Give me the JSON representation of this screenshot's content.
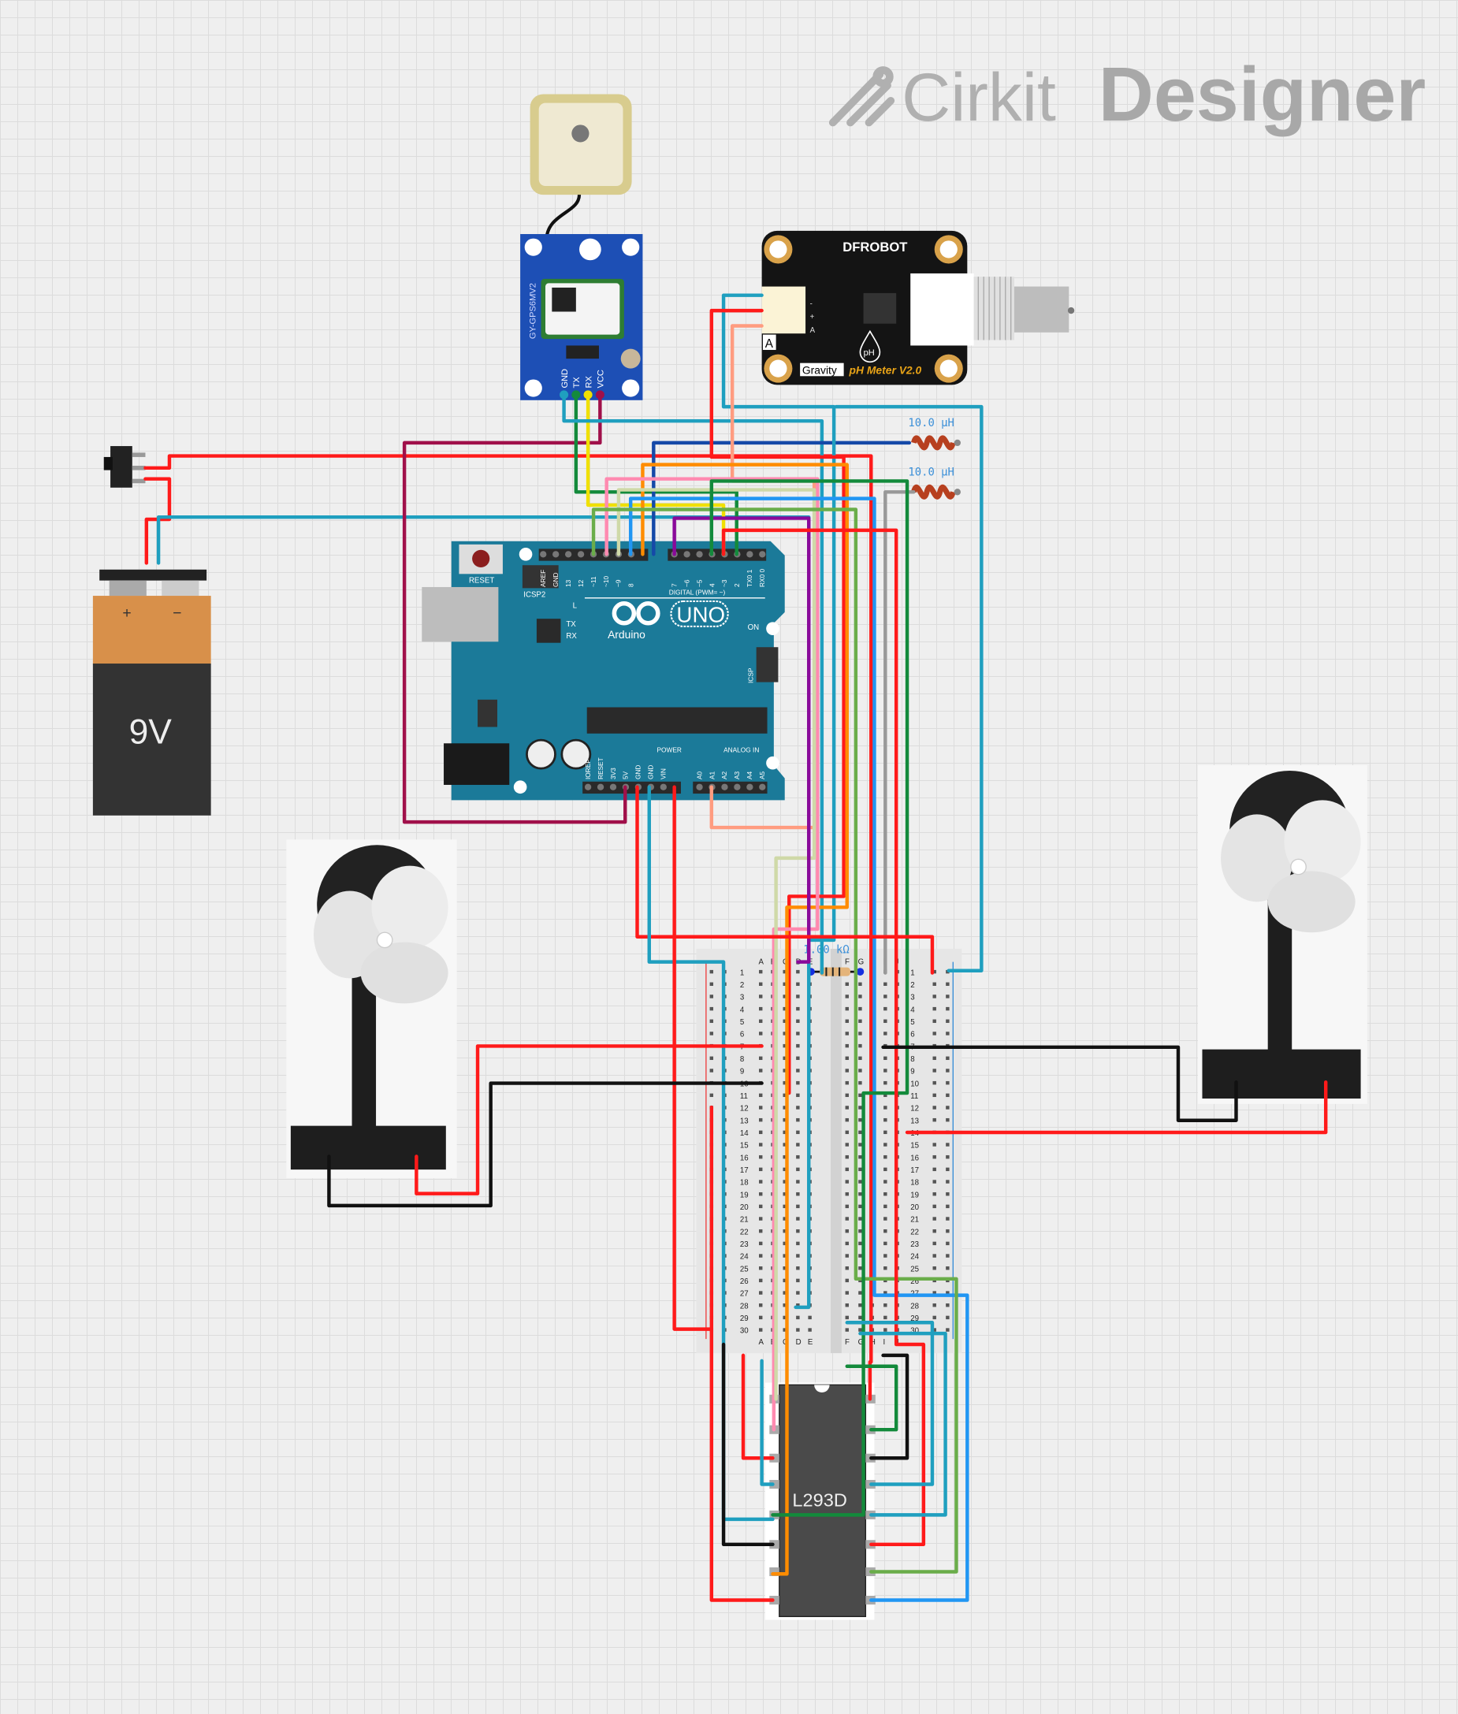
{
  "app": {
    "logo_text_1": "Cirkit",
    "logo_text_2": "Designer"
  },
  "gps": {
    "board_label": "GY-GPS6MV2",
    "pins": [
      "GND",
      "TX",
      "RX",
      "VCC"
    ]
  },
  "ph_meter": {
    "brand": "DFROBOT",
    "series": "Gravity",
    "title": "pH Meter V2.0",
    "icon_text": "pH",
    "pins": [
      "-",
      "+",
      "A"
    ],
    "port_label": "A"
  },
  "inductors": [
    {
      "value": "10.0 µH"
    },
    {
      "value": "10.0 µH"
    }
  ],
  "resistor": {
    "value": "1.00 kΩ"
  },
  "battery": {
    "label": "9V",
    "plus": "+",
    "minus": "−"
  },
  "arduino": {
    "reset_label": "RESET",
    "icsp2_label": "ICSP2",
    "icsp_label": "ICSP",
    "brand": "Arduino",
    "model": "UNO",
    "on_label": "ON",
    "l_label": "L",
    "tx_label": "TX",
    "rx_label": "RX",
    "digital_label": "DIGITAL (PWM= ~)",
    "digital_pins": [
      "AREF",
      "GND",
      "13",
      "12",
      "~11",
      "~10",
      "~9",
      "8",
      "7",
      "~6",
      "~5",
      "4",
      "~3",
      "2",
      "TX0 1",
      "RX0 0"
    ],
    "power_label": "POWER",
    "analog_label": "ANALOG IN",
    "power_pins": [
      "IOREF",
      "RESET",
      "3V3",
      "5V",
      "GND",
      "GND",
      "VIN"
    ],
    "analog_pins": [
      "A0",
      "A1",
      "A2",
      "A3",
      "A4",
      "A5"
    ]
  },
  "breadboard": {
    "columns": [
      "A",
      "B",
      "C",
      "D",
      "E",
      "F",
      "G",
      "H",
      "I",
      "J"
    ],
    "rows": [
      "1",
      "2",
      "3",
      "4",
      "5",
      "6",
      "7",
      "8",
      "9",
      "10",
      "11",
      "12",
      "13",
      "14",
      "15",
      "16",
      "17",
      "18",
      "19",
      "20",
      "21",
      "22",
      "23",
      "24",
      "25",
      "26",
      "27",
      "28",
      "29",
      "30"
    ]
  },
  "chip": {
    "label": "L293D"
  },
  "colors": {
    "wire_red": "#ff1a1a",
    "wire_teal": "#1f9fbf",
    "wire_black": "#111111",
    "arduino_blue": "#1b7a99",
    "gps_blue": "#1d4fb5",
    "inductor": "#b7401f"
  }
}
